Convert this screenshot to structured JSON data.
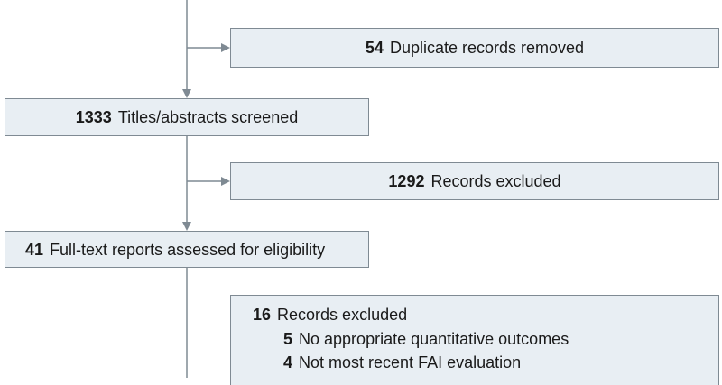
{
  "flow": {
    "duplicates": {
      "count": "54",
      "label": "Duplicate records removed"
    },
    "screened": {
      "count": "1333",
      "label": "Titles/abstracts screened"
    },
    "excluded": {
      "count": "1292",
      "label": "Records excluded"
    },
    "fulltext": {
      "count": "41",
      "label": "Full-text reports assessed for eligibility"
    },
    "excluded2": {
      "count": "16",
      "label": "Records excluded",
      "reasons": [
        {
          "count": "5",
          "label": "No appropriate quantitative outcomes"
        },
        {
          "count": "4",
          "label": "Not most recent FAI evaluation"
        }
      ]
    }
  },
  "colors": {
    "box_fill": "#e8eef3",
    "box_border": "#7f8a93",
    "arrow": "#7f8a93"
  }
}
